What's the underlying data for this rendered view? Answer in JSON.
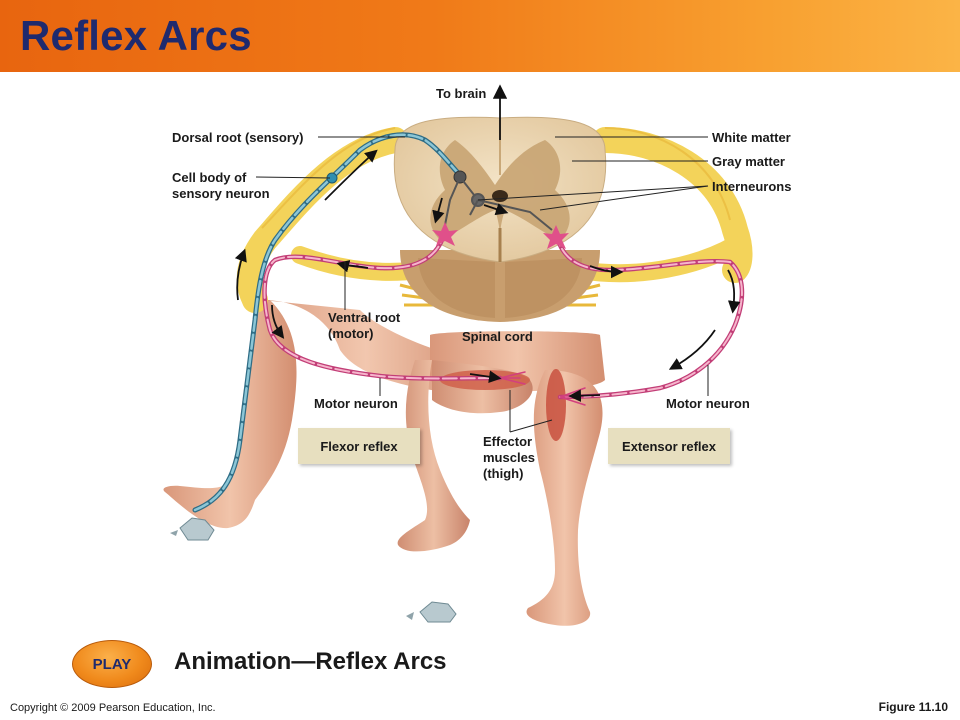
{
  "title": "Reflex Arcs",
  "labels": {
    "to_brain": "To brain",
    "dorsal_root": "Dorsal root (sensory)",
    "cell_body": "Cell body of\nsensory neuron",
    "white_matter": "White matter",
    "gray_matter": "Gray matter",
    "interneurons": "Interneurons",
    "ventral_root": "Ventral root\n(motor)",
    "spinal_cord": "Spinal cord",
    "motor_neuron_left": "Motor neuron",
    "motor_neuron_right": "Motor neuron",
    "effector_muscles": "Effector\nmuscles\n(thigh)"
  },
  "boxes": {
    "flexor": "Flexor reflex",
    "extensor": "Extensor reflex"
  },
  "play": {
    "button_label": "PLAY",
    "animation_title": "Animation—Reflex Arcs"
  },
  "footer": {
    "copyright": "Copyright © 2009 Pearson Education, Inc.",
    "figure": "Figure 11.10"
  },
  "colors": {
    "title_text": "#1f2a6e",
    "sensory_neuron": "#4a90a8",
    "motor_neuron": "#e0508a",
    "nerve_sheath": "#f3d35a",
    "gray_matter": "#c8a878",
    "white_matter": "#ecd9b8",
    "skin": "#e9b59a"
  },
  "icons": [
    "arrow-icon",
    "glass-shard-icon",
    "play-button-icon"
  ]
}
